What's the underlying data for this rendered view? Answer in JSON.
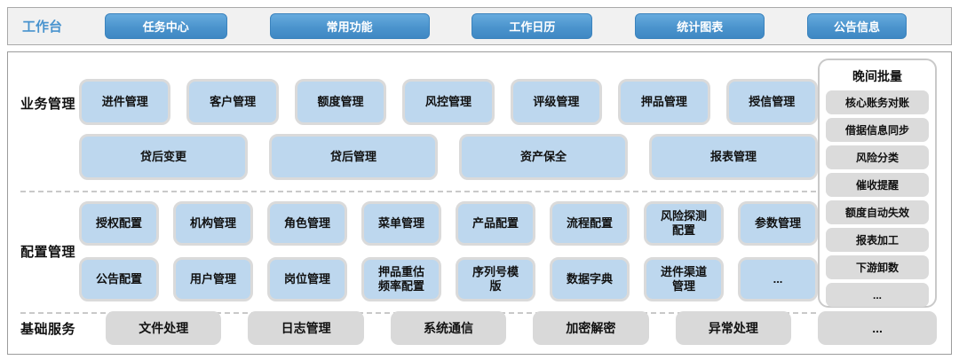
{
  "topbar": {
    "label": "工作台",
    "buttons": [
      "任务中心",
      "常用功能",
      "工作日历",
      "统计图表",
      "公告信息"
    ]
  },
  "sections": {
    "business": {
      "label": "业务管理",
      "row1": [
        "进件管理",
        "客户管理",
        "额度管理",
        "风控管理",
        "评级管理",
        "押品管理",
        "授信管理"
      ],
      "row2": [
        "贷后变更",
        "贷后管理",
        "资产保全",
        "报表管理"
      ]
    },
    "config": {
      "label": "配置管理",
      "row1": [
        "授权配置",
        "机构管理",
        "角色管理",
        "菜单管理",
        "产品配置",
        "流程配置",
        "风险探测配置",
        "参数管理"
      ],
      "row2": [
        "公告配置",
        "用户管理",
        "岗位管理",
        "押品重估频率配置",
        "序列号模版",
        "数据字典",
        "进件渠道管理",
        "..."
      ]
    },
    "base": {
      "label": "基础服务",
      "items": [
        "文件处理",
        "日志管理",
        "系统通信",
        "加密解密",
        "异常处理",
        "..."
      ]
    }
  },
  "sidebar": {
    "title": "晚间批量",
    "items": [
      "核心账务对账",
      "借据信息同步",
      "风险分类",
      "催收提醒",
      "额度自动失效",
      "报表加工",
      "下游卸数",
      "..."
    ]
  },
  "colors": {
    "accent_blue": "#4893ce",
    "button_blue": "#4b94cd",
    "module_blue": "#bdd7ee",
    "module_gray": "#d9d9d9"
  }
}
